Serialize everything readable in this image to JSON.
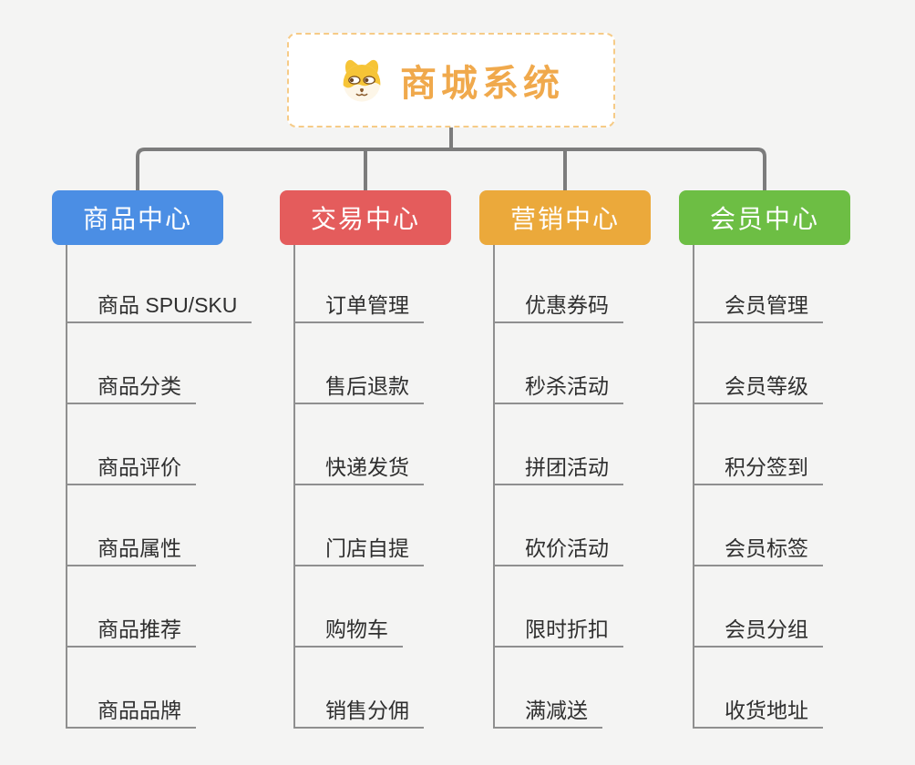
{
  "root": {
    "title": "商城系统",
    "icon": "shiba-dog-icon"
  },
  "branches": [
    {
      "label": "商品中心",
      "color": "#4b8ee4",
      "children": [
        "商品 SPU/SKU",
        "商品分类",
        "商品评价",
        "商品属性",
        "商品推荐",
        "商品品牌"
      ]
    },
    {
      "label": "交易中心",
      "color": "#e45c5c",
      "children": [
        "订单管理",
        "售后退款",
        "快递发货",
        "门店自提",
        "购物车",
        "销售分佣"
      ]
    },
    {
      "label": "营销中心",
      "color": "#eba93b",
      "children": [
        "优惠券码",
        "秒杀活动",
        "拼团活动",
        "砍价活动",
        "限时折扣",
        "满减送"
      ]
    },
    {
      "label": "会员中心",
      "color": "#6dbe44",
      "children": [
        "会员管理",
        "会员等级",
        "积分签到",
        "会员标签",
        "会员分组",
        "收货地址"
      ]
    }
  ],
  "colors": {
    "background": "#f4f4f3",
    "root_title": "#f0a94c",
    "root_border": "#f6cb87",
    "connector": "#7c7c7c",
    "leaf_line": "#8f8f8f",
    "leaf_text": "#2f2f2f"
  }
}
